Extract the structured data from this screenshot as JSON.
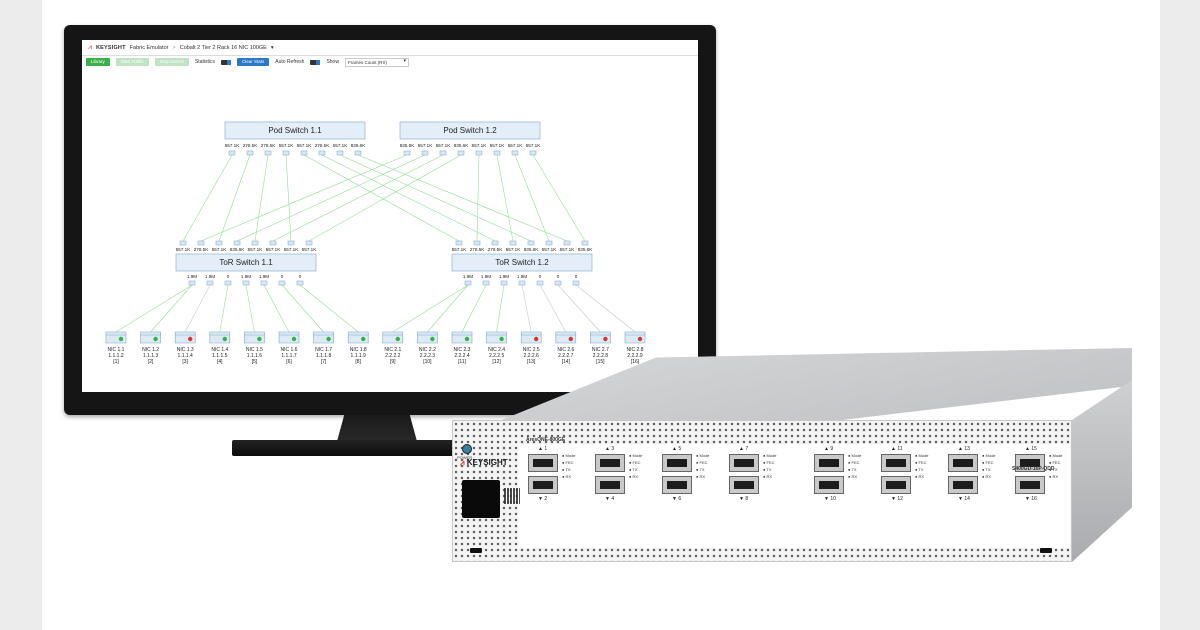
{
  "app": {
    "brand": "KEYSIGHT",
    "product": "Fabric Emulator",
    "breadcrumb_sep": ">",
    "breadcrumb": "Cobalt 2 Tier 2 Rack 16 NIC 100GE"
  },
  "toolbar": {
    "btn1": "Library",
    "btn2": "Start Traffic",
    "btn3": "Stop Device",
    "statistics_label": "Statistics",
    "clear_stats": "Clear Stats",
    "auto_refresh_label": "Auto Refresh",
    "show_label": "Show",
    "show_value": "Frames Count (RX)"
  },
  "pod_switches": [
    {
      "name": "Pod Switch 1.1",
      "ports": [
        "557.1K",
        "278.5K",
        "278.5K",
        "557.1K",
        "557.1K",
        "278.5K",
        "557.1K",
        "835.6K"
      ]
    },
    {
      "name": "Pod Switch 1.2",
      "ports": [
        "835.6K",
        "557.1K",
        "557.1K",
        "835.6K",
        "557.1K",
        "557.1K",
        "557.1K",
        "557.1K"
      ]
    }
  ],
  "tor_switches": [
    {
      "name": "ToR Switch 1.1",
      "up": [
        "557.1K",
        "278.5K",
        "557.1K",
        "835.6K",
        "557.1K",
        "557.1K",
        "557.1K",
        "557.1K"
      ],
      "down": [
        "1.9M",
        "1.9M",
        "0",
        "1.9M",
        "1.9M",
        "0",
        "0"
      ]
    },
    {
      "name": "ToR Switch 1.2",
      "up": [
        "557.1K",
        "278.5K",
        "278.5K",
        "557.1K",
        "835.6K",
        "557.1K",
        "557.1K",
        "835.6K"
      ],
      "down": [
        "1.9M",
        "1.9M",
        "1.9M",
        "1.9M",
        "0",
        "0",
        "0"
      ]
    }
  ],
  "nics": [
    {
      "name": "NIC 1.1",
      "ip": "1.1.1.2",
      "idx": "[1]",
      "status": "green"
    },
    {
      "name": "NIC 1.2",
      "ip": "1.1.1.3",
      "idx": "[2]",
      "status": "green"
    },
    {
      "name": "NIC 1.3",
      "ip": "1.1.1.4",
      "idx": "[3]",
      "status": "red"
    },
    {
      "name": "NIC 1.4",
      "ip": "1.1.1.5",
      "idx": "[4]",
      "status": "green"
    },
    {
      "name": "NIC 1.5",
      "ip": "1.1.1.6",
      "idx": "[5]",
      "status": "green"
    },
    {
      "name": "NIC 1.6",
      "ip": "1.1.1.7",
      "idx": "[6]",
      "status": "green"
    },
    {
      "name": "NIC 1.7",
      "ip": "1.1.1.8",
      "idx": "[7]",
      "status": "green"
    },
    {
      "name": "NIC 1.8",
      "ip": "1.1.1.9",
      "idx": "[8]",
      "status": "green"
    },
    {
      "name": "NIC 2.1",
      "ip": "2.2.2.2",
      "idx": "[9]",
      "status": "green"
    },
    {
      "name": "NIC 2.2",
      "ip": "2.2.2.3",
      "idx": "[10]",
      "status": "green"
    },
    {
      "name": "NIC 2.3",
      "ip": "2.2.2.4",
      "idx": "[11]",
      "status": "green"
    },
    {
      "name": "NIC 2.4",
      "ip": "2.2.2.5",
      "idx": "[12]",
      "status": "green"
    },
    {
      "name": "NIC 2.5",
      "ip": "2.2.2.6",
      "idx": "[13]",
      "status": "red"
    },
    {
      "name": "NIC 2.6",
      "ip": "2.2.2.7",
      "idx": "[14]",
      "status": "red"
    },
    {
      "name": "NIC 2.7",
      "ip": "2.2.2.8",
      "idx": "[15]",
      "status": "red"
    },
    {
      "name": "NIC 2.8",
      "ip": "2.2.2.9",
      "idx": "[16]",
      "status": "red"
    }
  ],
  "colors": {
    "status_green": "#2fb344",
    "status_red": "#d9342b",
    "link": "#95dd95",
    "accent_blue": "#2b78c8",
    "brand_red": "#e1251b"
  },
  "device": {
    "brand": "KEYSIGHT",
    "power_label": "POWER",
    "model_top": "AresONE-800GE",
    "model_side": "S400GD-16P-QDD",
    "port_numbers": [
      "1",
      "2",
      "3",
      "4",
      "5",
      "6",
      "7",
      "8",
      "9",
      "10",
      "11",
      "12",
      "13",
      "14",
      "15",
      "16"
    ],
    "legend": [
      "Mode",
      "FEC",
      "TX",
      "RX"
    ]
  }
}
